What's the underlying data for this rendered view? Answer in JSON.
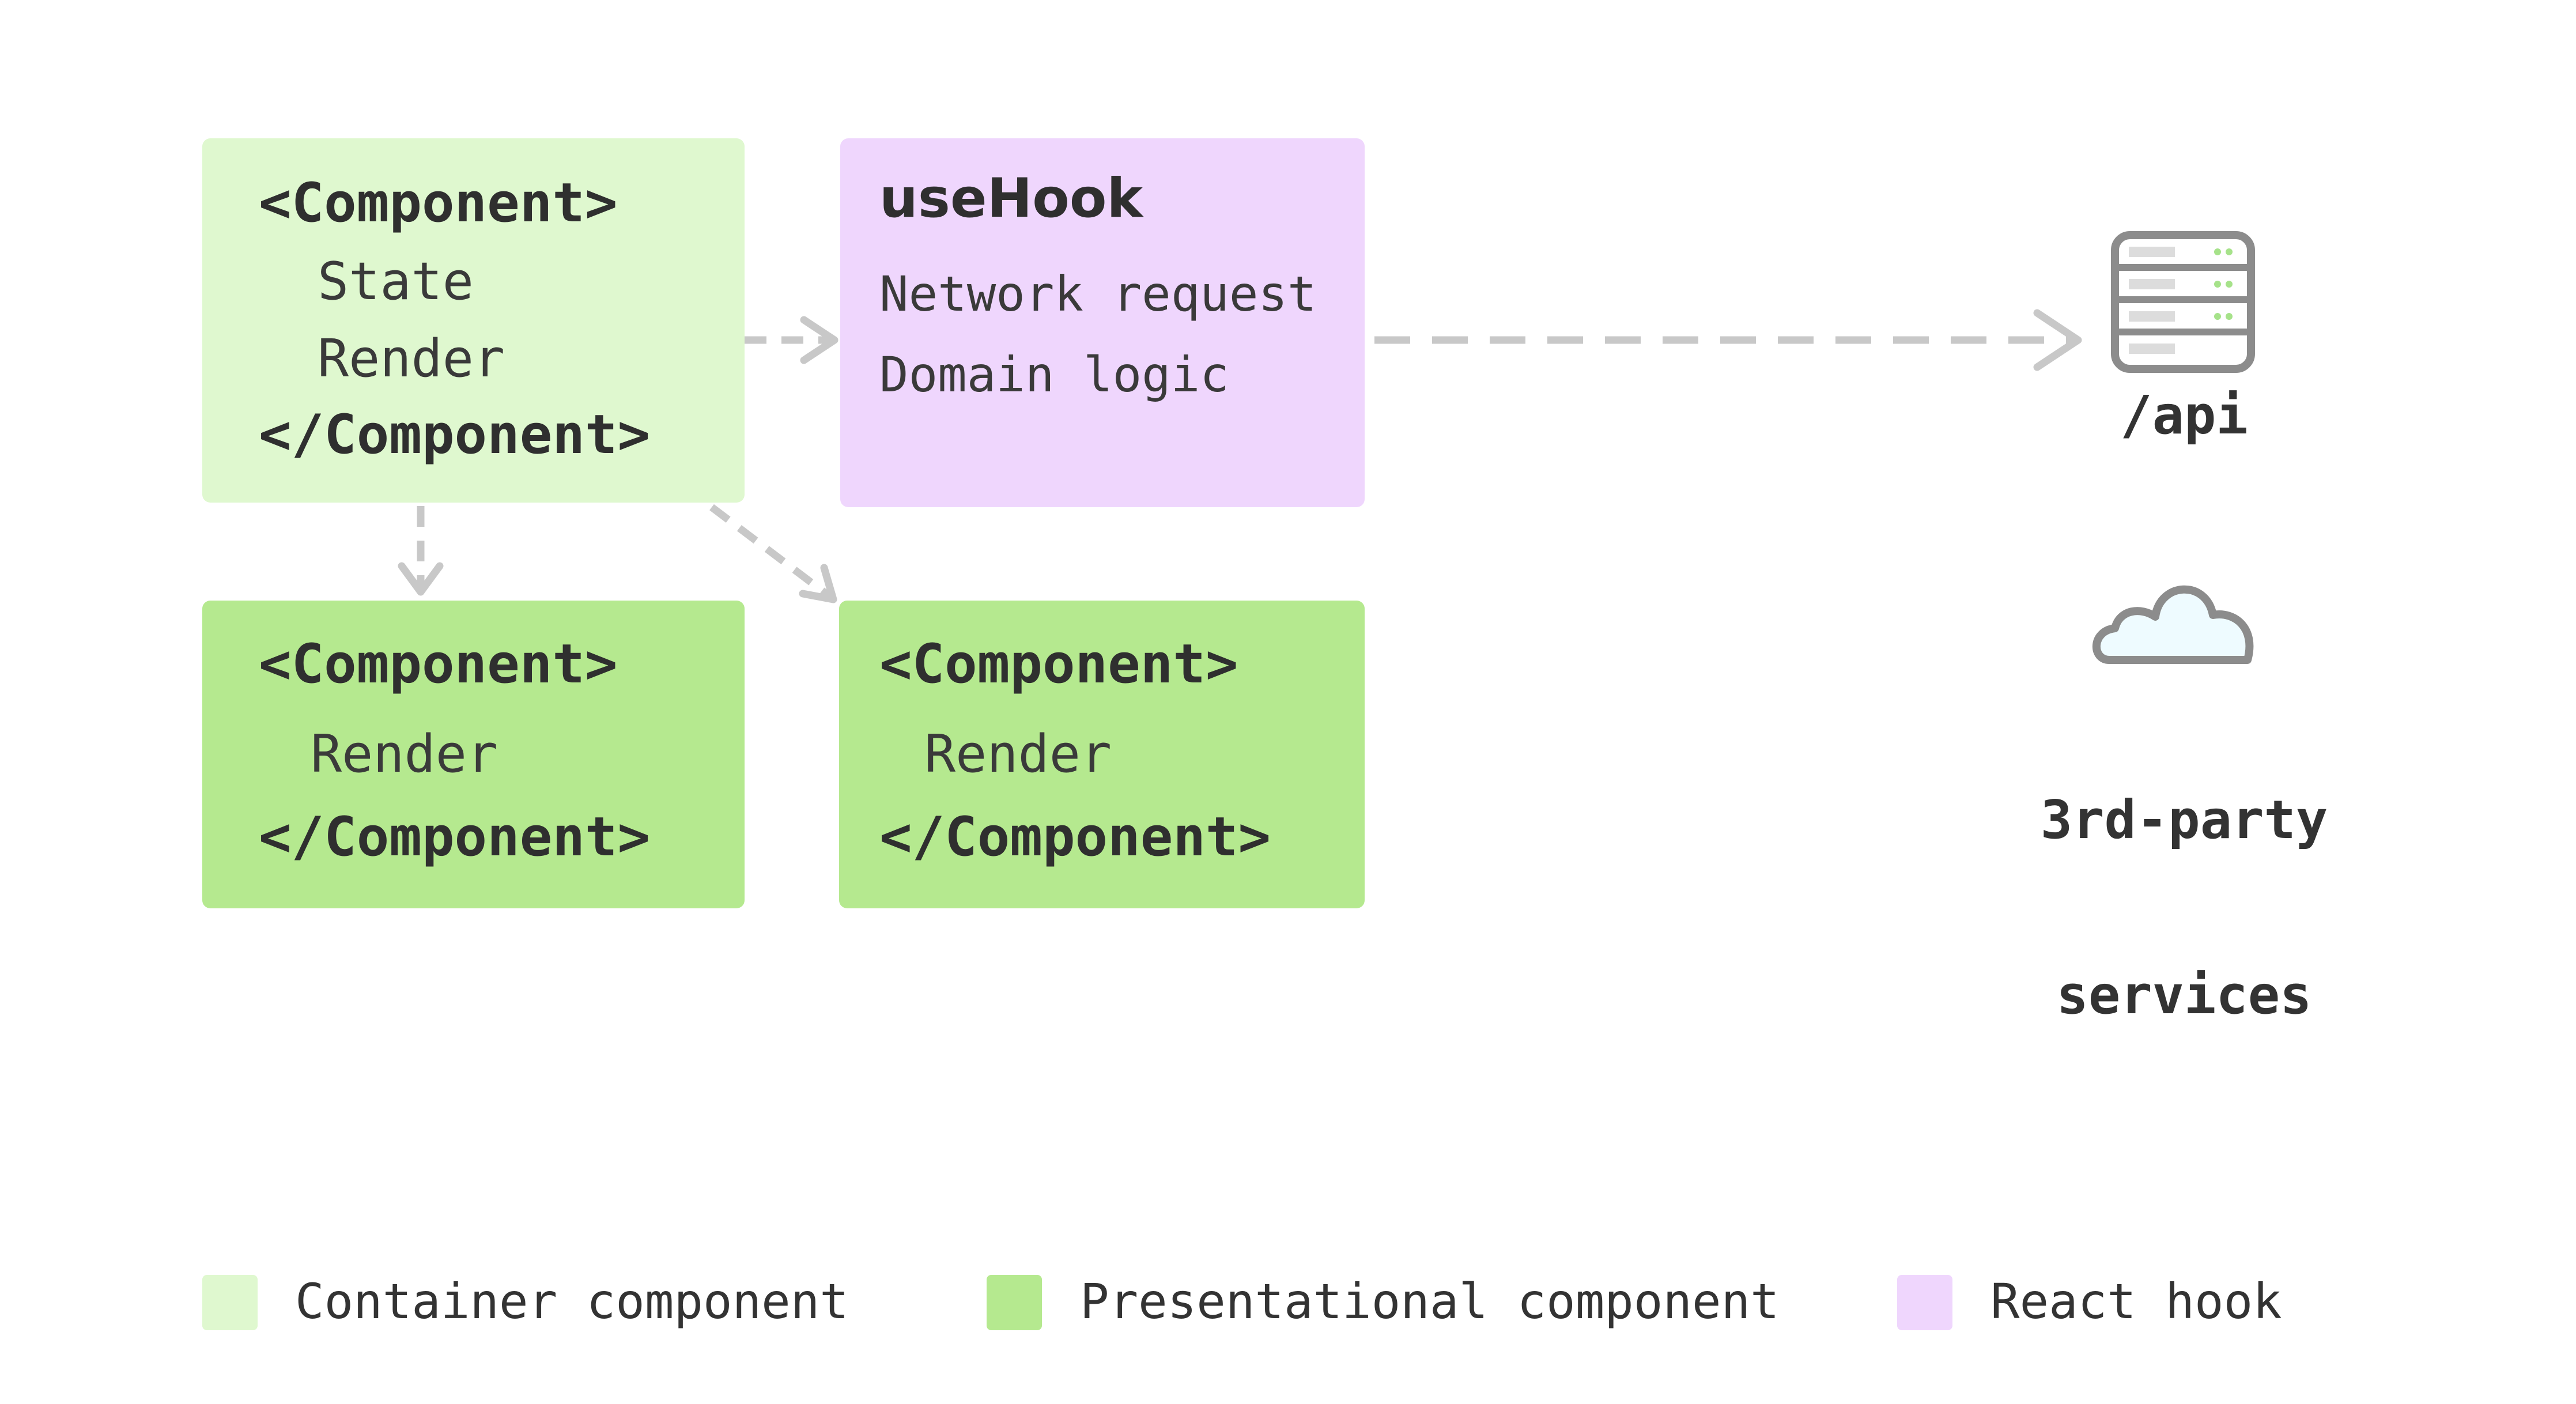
{
  "colors": {
    "container": "#dff8cf",
    "presentational": "#b5e98f",
    "hook": "#efd6fd",
    "arrow": "#c8c8c8",
    "text": "#333333",
    "server_gray": "#8c8c8c",
    "server_dot": "#a6e28a",
    "cloud_fill": "#eefbff"
  },
  "container_box": {
    "open_tag": "<Component>",
    "lines": [
      "State",
      "Render"
    ],
    "close_tag": "</Component>"
  },
  "hook_box": {
    "title": "useHook",
    "lines": [
      "Network request",
      "Domain logic"
    ]
  },
  "presentational_boxes": [
    {
      "open_tag": "<Component>",
      "line": "Render",
      "close_tag": "</Component>"
    },
    {
      "open_tag": "<Component>",
      "line": "Render",
      "close_tag": "</Component>"
    }
  ],
  "external": {
    "api": {
      "icon": "server-icon",
      "label": "/api"
    },
    "services": {
      "icon": "cloud-icon",
      "label_line1": "3rd-party",
      "label_line2": "services"
    }
  },
  "legend": [
    {
      "label": "Container component",
      "color": "#dff8cf"
    },
    {
      "label": "Presentational component",
      "color": "#b5e98f"
    },
    {
      "label": "React hook",
      "color": "#efd6fd"
    }
  ]
}
